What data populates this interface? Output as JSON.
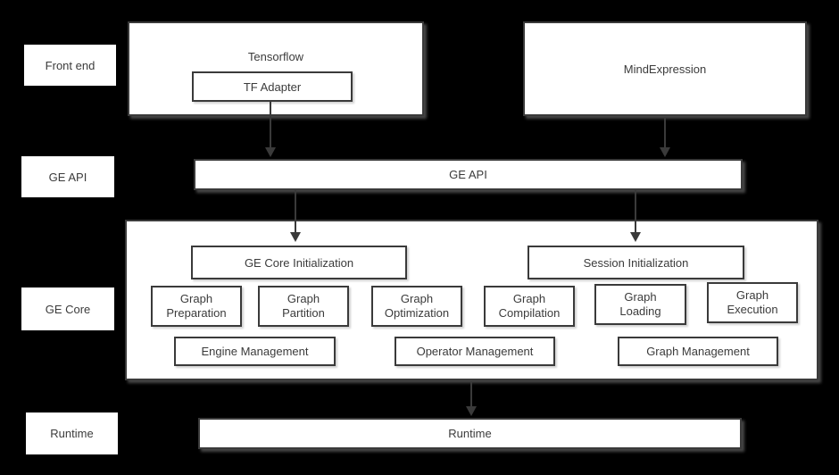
{
  "colors": {
    "background": "#000000",
    "box_fill": "#ffffff",
    "border": "#3a3a3a",
    "text": "#3b3b3b",
    "arrow": "#3a3a3a"
  },
  "row_labels": {
    "front_end": "Front end",
    "ge_api": "GE API",
    "ge_core": "GE Core",
    "runtime": "Runtime"
  },
  "frontend": {
    "tensorflow_title": "Tensorflow",
    "tf_adapter": "TF Adapter",
    "mindexpression": "MindExpression"
  },
  "ge_api_bar": {
    "label": "GE API"
  },
  "ge_core": {
    "init": [
      "GE Core Initialization",
      "Session Initialization"
    ],
    "stages": [
      {
        "line1": "Graph",
        "line2": "Preparation"
      },
      {
        "line1": "Graph",
        "line2": "Partition"
      },
      {
        "line1": "Graph",
        "line2": "Optimization"
      },
      {
        "line1": "Graph",
        "line2": "Compilation"
      },
      {
        "line1": "Graph",
        "line2": "Loading"
      },
      {
        "line1": "Graph",
        "line2": "Execution"
      }
    ],
    "management": [
      "Engine Management",
      "Operator Management",
      "Graph Management"
    ]
  },
  "runtime_bar": {
    "label": "Runtime"
  }
}
